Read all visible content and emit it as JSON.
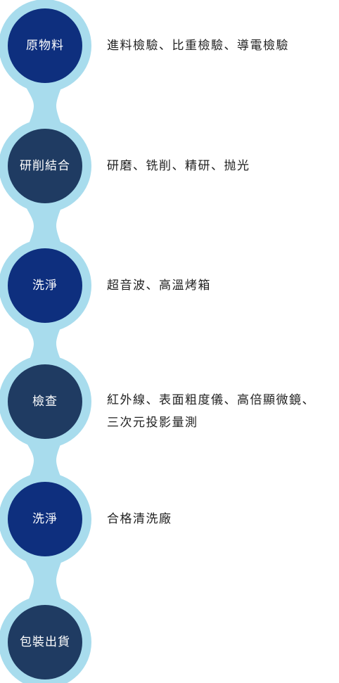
{
  "colors": {
    "chain": "#a8dced",
    "circle_a": "#0e2f7e",
    "circle_b": "#1f3b62",
    "label": "#ffffff",
    "text": "#222222"
  },
  "steps": [
    {
      "label": "原物料",
      "desc_lines": [
        "進料檢驗、比重檢驗、導電檢驗"
      ],
      "shade": "a"
    },
    {
      "label": "研削結合",
      "desc_lines": [
        "研磨、铣削、精研、抛光"
      ],
      "shade": "b"
    },
    {
      "label": "洗淨",
      "desc_lines": [
        "超音波、高溫烤箱"
      ],
      "shade": "a"
    },
    {
      "label": "檢查",
      "desc_lines": [
        "紅外線、表面粗度儀、高倍顯微鏡、",
        "三次元投影量測"
      ],
      "shade": "b"
    },
    {
      "label": "洗淨",
      "desc_lines": [
        "合格清洗廠"
      ],
      "shade": "a"
    },
    {
      "label": "包裝出貨",
      "desc_lines": [],
      "shade": "b"
    }
  ]
}
